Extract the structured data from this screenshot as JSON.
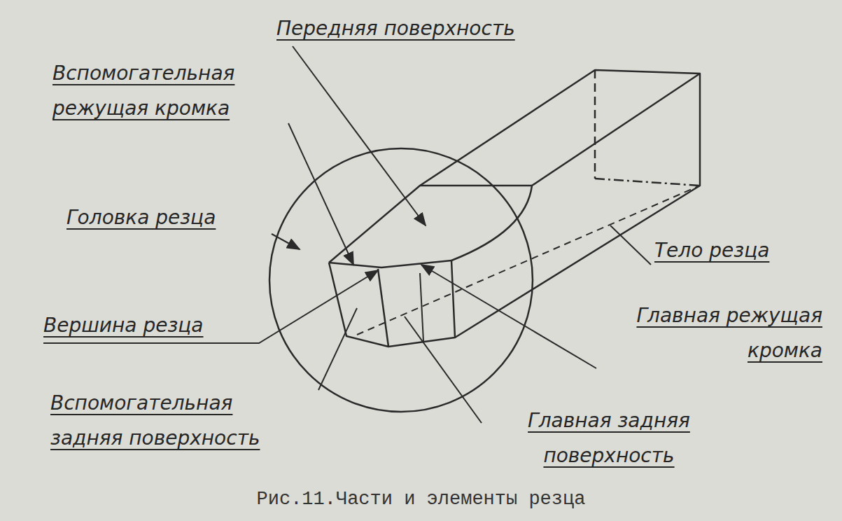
{
  "diagram": {
    "caption": "Рис.11.Части и элементы резца",
    "labels": [
      "Передняя поверхность",
      "Вспомогательная режущая кромка",
      "Головка резца",
      "Тело резца",
      "Вершина резца",
      "Главная режущая кромка",
      "Вспомогательная задняя поверхность",
      "Главная задняя поверхность"
    ]
  }
}
